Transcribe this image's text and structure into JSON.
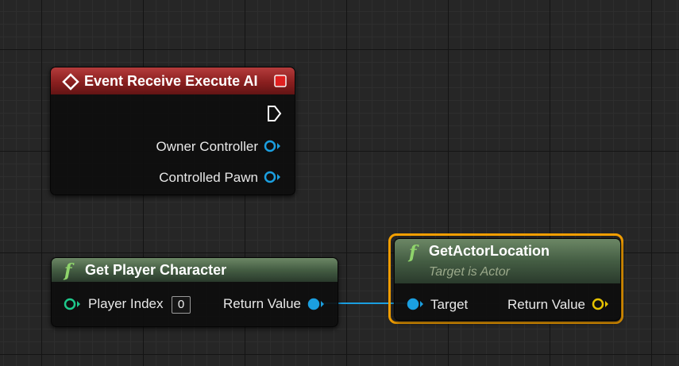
{
  "graph": {
    "nodes": {
      "event_receive_execute_ai": {
        "title": "Event Receive Execute AI",
        "pins": {
          "owner_controller": "Owner Controller",
          "controlled_pawn": "Controlled Pawn"
        }
      },
      "get_player_character": {
        "title": "Get Player Character",
        "pins": {
          "player_index": "Player Index",
          "player_index_value": "0",
          "return_value": "Return Value"
        }
      },
      "get_actor_location": {
        "title": "GetActorLocation",
        "subtitle": "Target is Actor",
        "selected": true,
        "pins": {
          "target": "Target",
          "return_value": "Return Value"
        }
      }
    },
    "colors": {
      "object_pin": "#1b9fe0",
      "vector_pin": "#e6c200",
      "player_index_pin": "#1ec98c",
      "event_header": "#8a1f1f",
      "function_header": "#445d43",
      "selection": "#f5a000"
    }
  }
}
